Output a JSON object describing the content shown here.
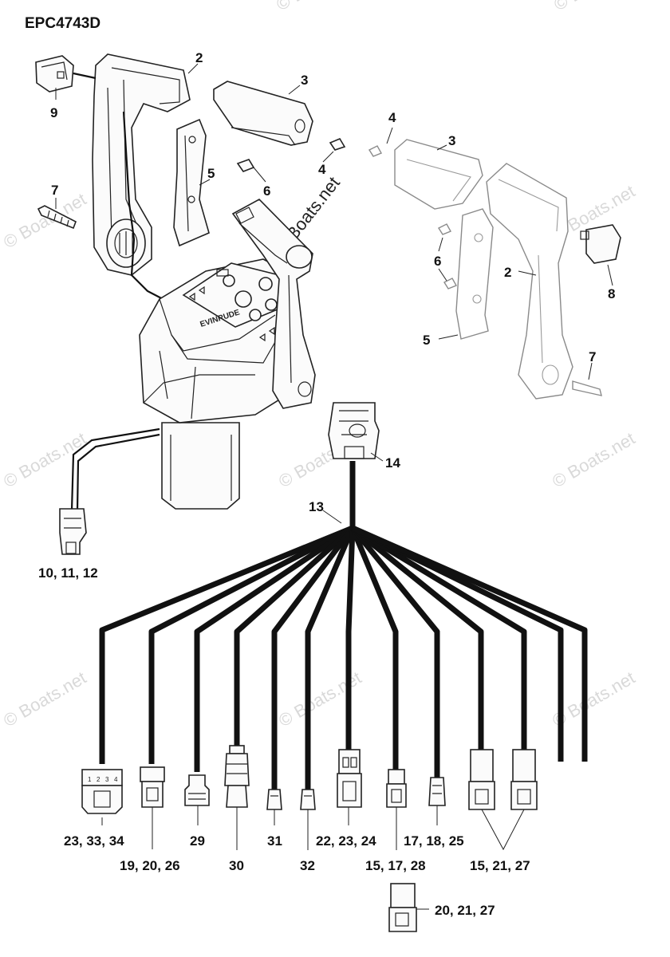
{
  "diagram": {
    "code": "EPC4743D",
    "watermark": "© Boats.net",
    "part_labels": [
      "2",
      "3",
      "9",
      "5",
      "6",
      "7",
      "4",
      "4",
      "3",
      "6",
      "2",
      "8",
      "5",
      "7",
      "14",
      "13",
      "10, 11, 12"
    ],
    "connector_labels": [
      "23, 33, 34",
      "29",
      "22, 23, 24",
      "17, 18, 25",
      "19, 20, 26",
      "30",
      "31",
      "32",
      "15, 17, 28",
      "15, 21, 27",
      "20, 21, 27"
    ],
    "pin_numbers": [
      "1",
      "2",
      "3",
      "4"
    ],
    "brand_text": "EVINRUDE"
  }
}
